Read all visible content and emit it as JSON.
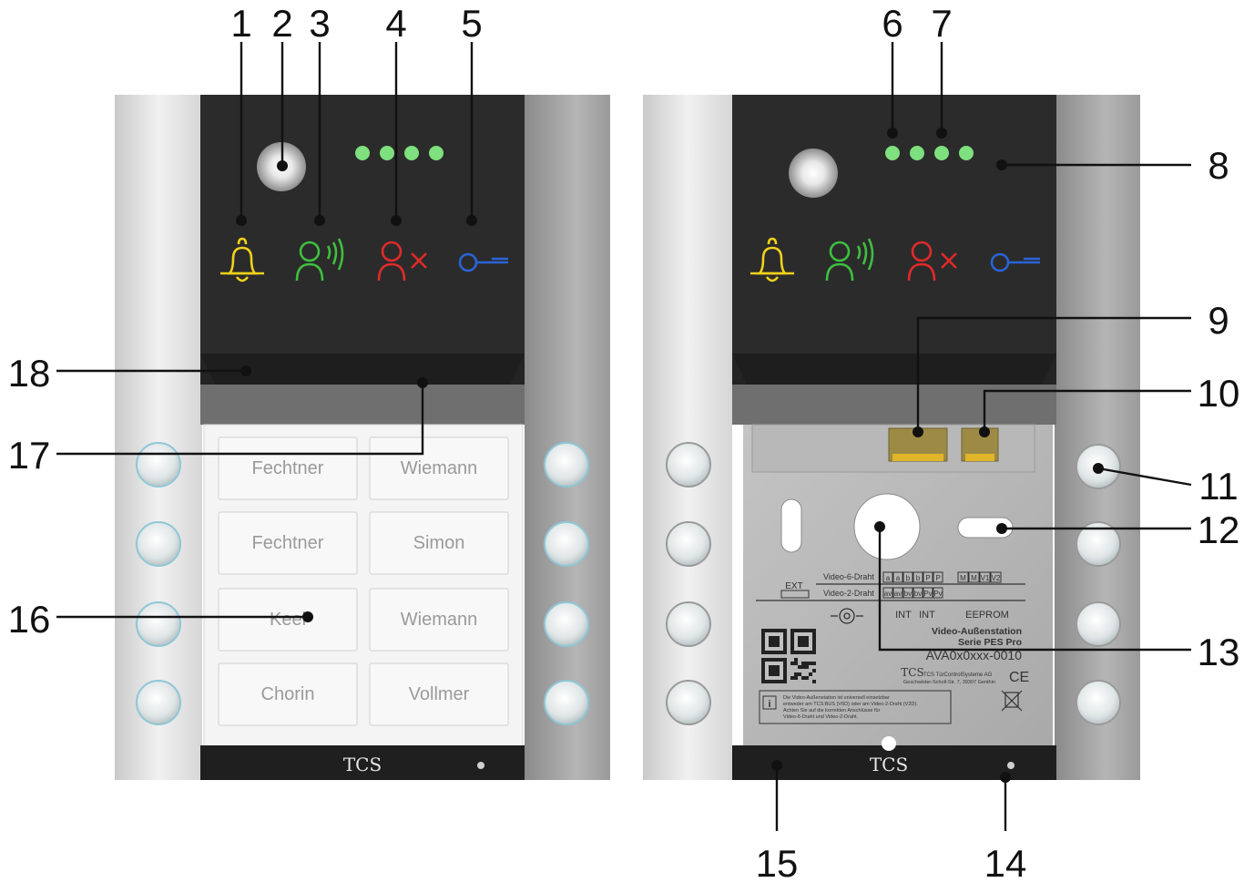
{
  "callouts": {
    "c1": "1",
    "c2": "2",
    "c3": "3",
    "c4": "4",
    "c5": "5",
    "c6": "6",
    "c7": "7",
    "c8": "8",
    "c9": "9",
    "c10": "10",
    "c11": "11",
    "c12": "12",
    "c13": "13",
    "c14": "14",
    "c15": "15",
    "c16": "16",
    "c17": "17",
    "c18": "18"
  },
  "name_labels": {
    "r1c1": "Fechtner",
    "r1c2": "Wiemann",
    "r2c1": "Fechtner",
    "r2c2": "Simon",
    "r3c1": "Keel",
    "r3c2": "Wiemann",
    "r4c1": "Chorin",
    "r4c2": "Vollmer"
  },
  "brand": {
    "logo_text": "TCS"
  },
  "back_plate": {
    "ext": "EXT",
    "video6": "Video-6-Draht",
    "video2": "Video-2-Draht",
    "terms6": [
      "a",
      "a",
      "b",
      "b",
      "P",
      "P"
    ],
    "terms2": [
      "av",
      "av",
      "bv",
      "bv",
      "Pv",
      "Pv"
    ],
    "mterms": [
      "M",
      "M",
      "V1",
      "V2"
    ],
    "int1": "INT",
    "int2": "INT",
    "eeprom": "EEPROM",
    "product_title": "Video-Außenstation",
    "product_series": "Serie PES Pro",
    "model": "AVA0x0xxx-0010",
    "mfr": "TCS TürControlSysteme AG",
    "address": "Geschwister-Scholl-Str. 7, 39307 Genthin",
    "ce": "CE",
    "info_line1": "Die Video-Außenstation ist universell einsetzbar",
    "info_line2": "entweder am TCS:BUS (V6D) oder am Video-2-Draht (V2D).",
    "info_line3": "Achten Sie auf die korrekten Anschlüsse für",
    "info_line4": "Video-6-Draht und Video-2-Draht.",
    "info_icon": "i"
  },
  "icons": {
    "bell": "bell-icon",
    "speak": "speaking-person-icon",
    "busy": "person-x-icon",
    "key": "key-icon"
  },
  "colors": {
    "bell": "#f2d21a",
    "speak": "#3fbf3f",
    "busy": "#e02a2a",
    "key": "#2a64d8",
    "led": "#7ee07e",
    "panel": "#2b2b2b"
  }
}
